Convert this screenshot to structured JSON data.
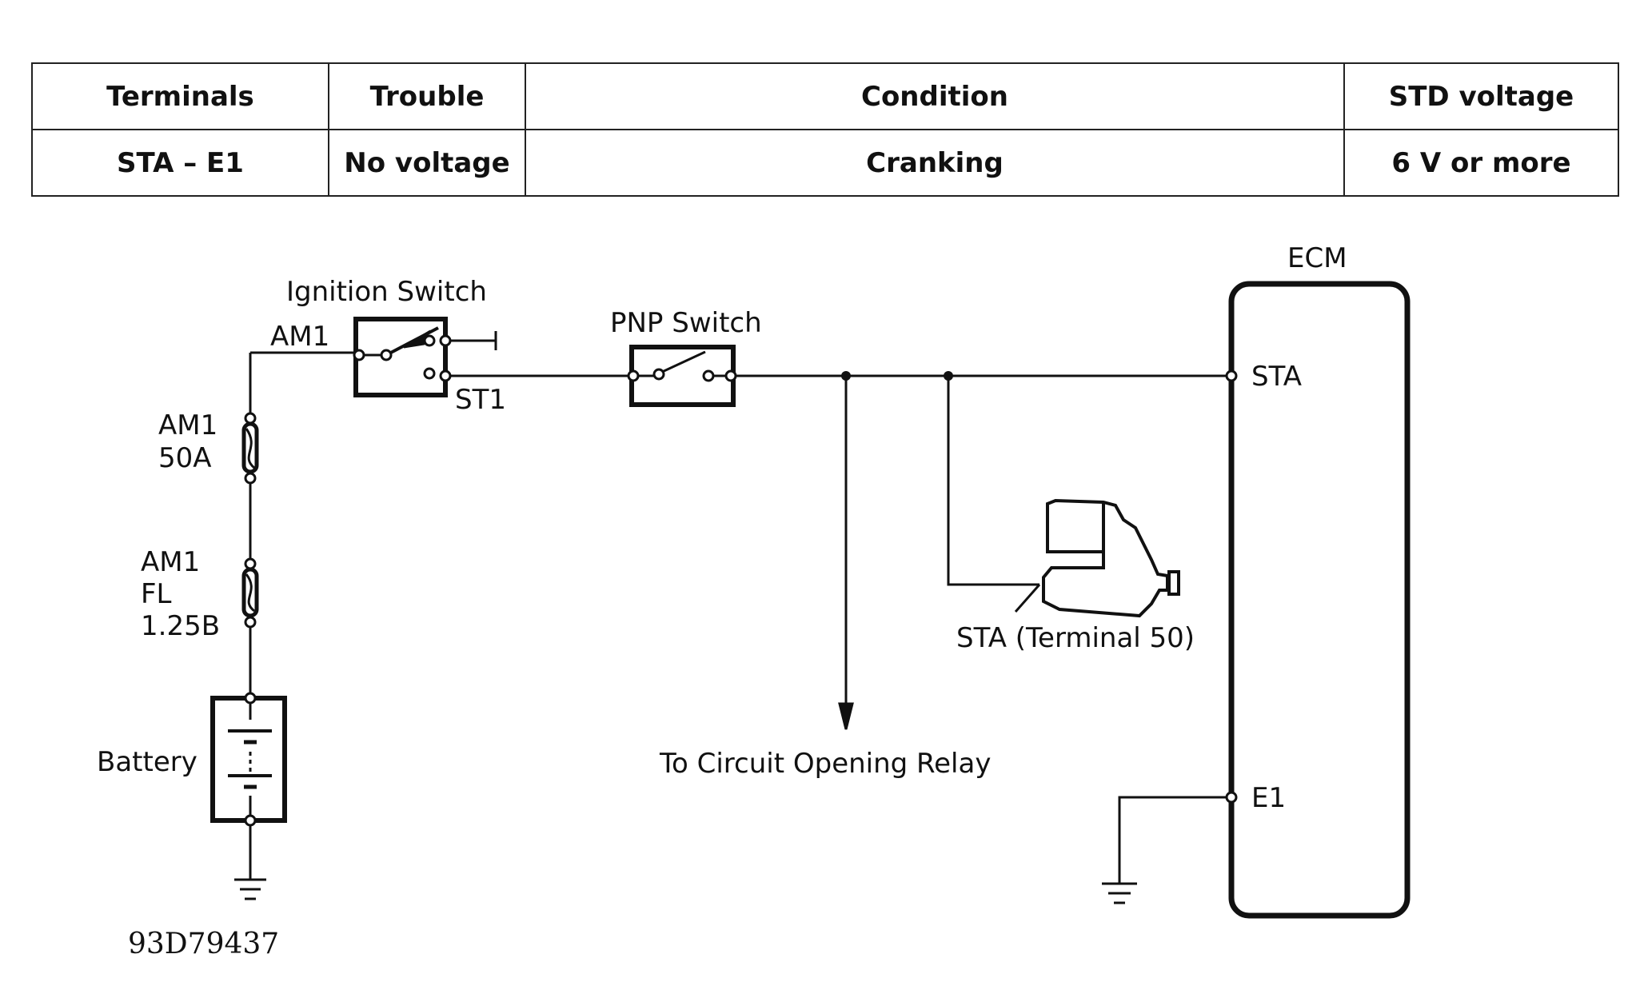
{
  "table": {
    "headers": [
      "Terminals",
      "Trouble",
      "Condition",
      "STD voltage"
    ],
    "rows": [
      [
        "STA – E1",
        "No voltage",
        "Cranking",
        "6 V or more"
      ]
    ]
  },
  "diagram": {
    "labels": {
      "ignition_switch": "Ignition Switch",
      "am1_terminal": "AM1",
      "st1_terminal": "ST1",
      "pnp_switch": "PNP Switch",
      "ecm": "ECM",
      "sta_terminal": "STA",
      "e1_terminal": "E1",
      "fuse_am1_line1": "AM1",
      "fuse_am1_line2": "50A",
      "fl_line1": "AM1",
      "fl_line2": "FL",
      "fl_line3": "1.25B",
      "battery": "Battery",
      "starter": "STA (Terminal 50)",
      "relay_arrow": "To Circuit Opening Relay",
      "figure_code": "93D79437"
    }
  }
}
